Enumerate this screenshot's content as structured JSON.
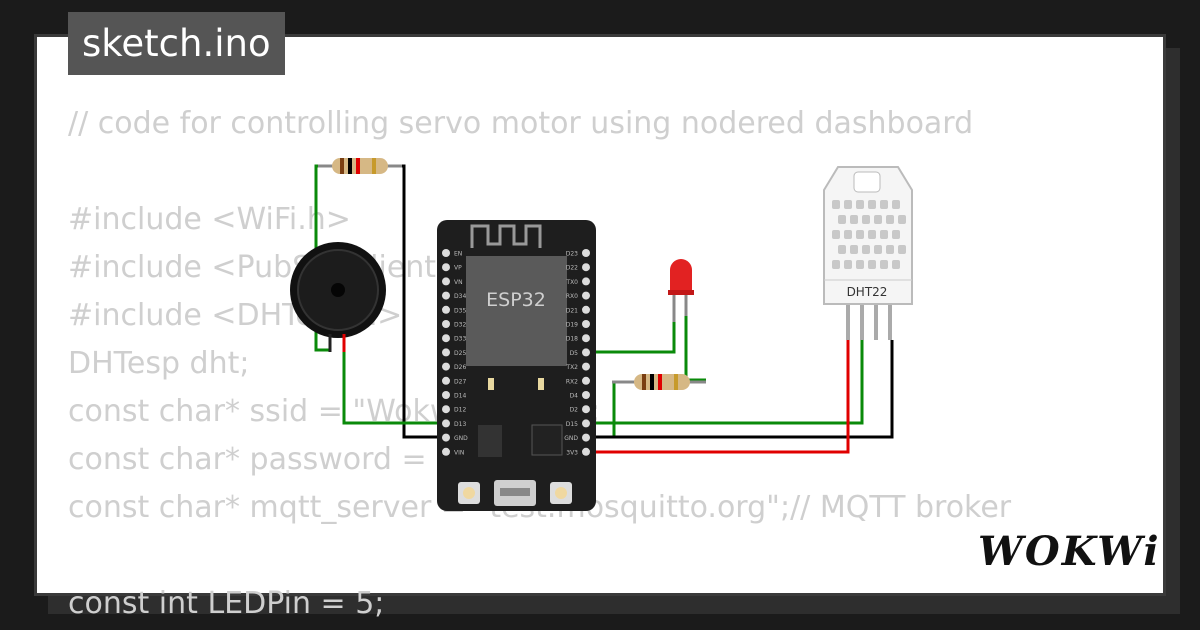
{
  "tab": {
    "filename": "sketch.ino"
  },
  "code_lines": [
    "// code for controlling servo motor using nodered dashboard",
    "",
    "#include <WiFi.h>",
    "#include <PubSubClient.h>",
    "#include <DHTesp.h>",
    "DHTesp dht;",
    "const char* ssid = \"Wokwi-GUEST\";",
    "const char* password = \"\";",
    "const char* mqtt_server = \"test.mosquitto.org\";// MQTT broker",
    "",
    "const int LEDPin = 5;"
  ],
  "components": {
    "esp32": {
      "label": "ESP32"
    },
    "dht22": {
      "label": "DHT22"
    },
    "esp32_left_pins": [
      "EN",
      "VP",
      "VN",
      "D34",
      "D35",
      "D32",
      "D33",
      "D25",
      "D26",
      "D27",
      "D14",
      "D12",
      "D13",
      "GND",
      "VIN"
    ],
    "esp32_right_pins": [
      "D23",
      "D22",
      "TX0",
      "RX0",
      "D21",
      "D19",
      "D18",
      "D5",
      "TX2",
      "RX2",
      "D4",
      "D2",
      "D15",
      "GND",
      "3V3"
    ]
  },
  "brand": {
    "logo_text": "WOKWi"
  },
  "colors": {
    "wire_green": "#0a8a0a",
    "wire_black": "#000000",
    "wire_red": "#e00000",
    "led_red": "#e22222",
    "board": "#1e1e1e"
  }
}
